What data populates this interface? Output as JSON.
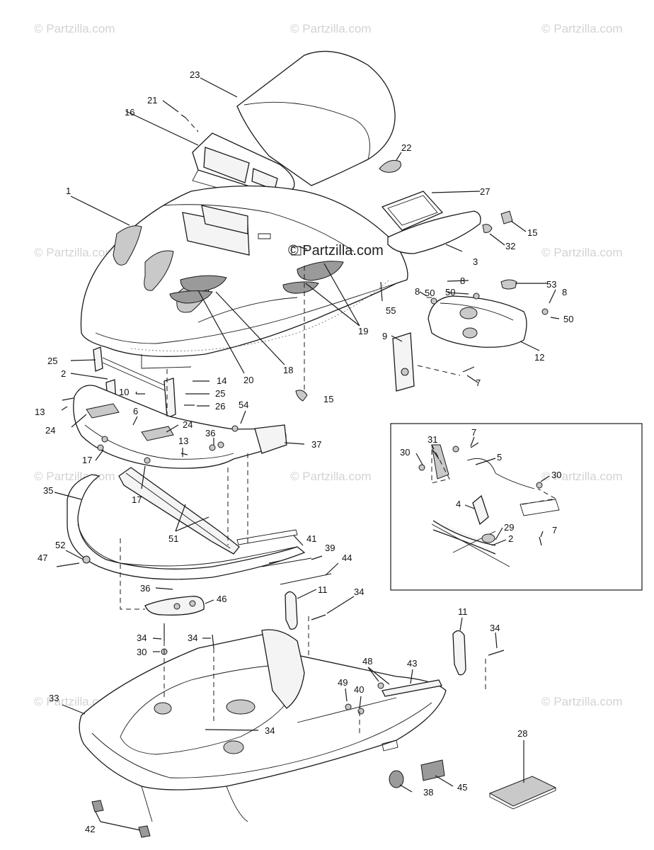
{
  "watermark": "© Partzilla.com",
  "center_logo": "© Partzilla.com",
  "callouts": {
    "c1": "1",
    "c2": "2",
    "c2b": "2",
    "c3": "3",
    "c4": "4",
    "c5": "5",
    "c6": "6",
    "c7": "7",
    "c7b": "7",
    "c7c": "7",
    "c8": "8",
    "c8b": "8",
    "c8c": "8",
    "c9": "9",
    "c10": "10",
    "c11": "11",
    "c11b": "11",
    "c12": "12",
    "c13": "13",
    "c13b": "13",
    "c14": "14",
    "c15": "15",
    "c15b": "15",
    "c16": "16",
    "c17": "17",
    "c17b": "17",
    "c18": "18",
    "c19": "19",
    "c20": "20",
    "c21": "21",
    "c22": "22",
    "c23": "23",
    "c24": "24",
    "c24b": "24",
    "c25": "25",
    "c25b": "25",
    "c26": "26",
    "c27": "27",
    "c28": "28",
    "c29": "29",
    "c30": "30",
    "c30b": "30",
    "c30c": "30",
    "c31": "31",
    "c32": "32",
    "c33": "33",
    "c34": "34",
    "c34b": "34",
    "c34c": "34",
    "c34d": "34",
    "c34e": "34",
    "c35": "35",
    "c36": "36",
    "c36b": "36",
    "c37": "37",
    "c38": "38",
    "c39": "39",
    "c40": "40",
    "c41": "41",
    "c42": "42",
    "c43": "43",
    "c44": "44",
    "c45": "45",
    "c46": "46",
    "c47": "47",
    "c48": "48",
    "c49": "49",
    "c50": "50",
    "c50b": "50",
    "c50c": "50",
    "c51": "51",
    "c52": "52",
    "c53": "53",
    "c54": "54",
    "c55": "55"
  }
}
